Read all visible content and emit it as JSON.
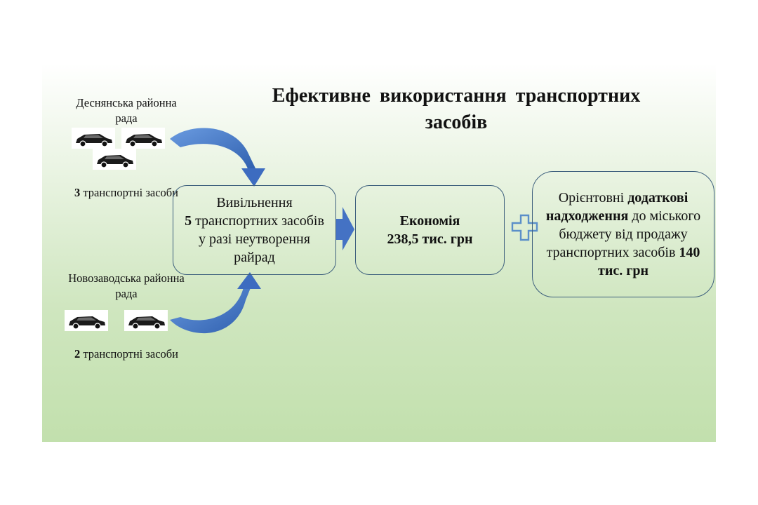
{
  "title": "Ефективне використання транспортних засобів",
  "left_top": {
    "org": "Деснянська районна рада",
    "count": "3",
    "count_text": " транспортні засоби"
  },
  "left_bottom": {
    "org": "Новозаводська районна рада",
    "count": "2",
    "count_text": " транспортні засоби"
  },
  "box_release": {
    "line1": "Вивільнення",
    "count": "5",
    "line2": " транспортних засобів у разі неутворення райрад"
  },
  "box_economy": {
    "line1": "Економія",
    "line2": "238,5 тис. грн"
  },
  "box_revenue": {
    "part1": "Орієнтовні ",
    "bold1": "додаткові надходження",
    "part2": " до міського бюджету від продажу транспортних засобів ",
    "bold2": "140 тис. грн"
  },
  "colors": {
    "arrow": "#4472c4",
    "box_border": "#3d5f7d",
    "plus": "#5b8fc9"
  },
  "icons": [
    "car-icon",
    "curved-arrow-icon",
    "right-arrow-icon",
    "plus-icon"
  ]
}
